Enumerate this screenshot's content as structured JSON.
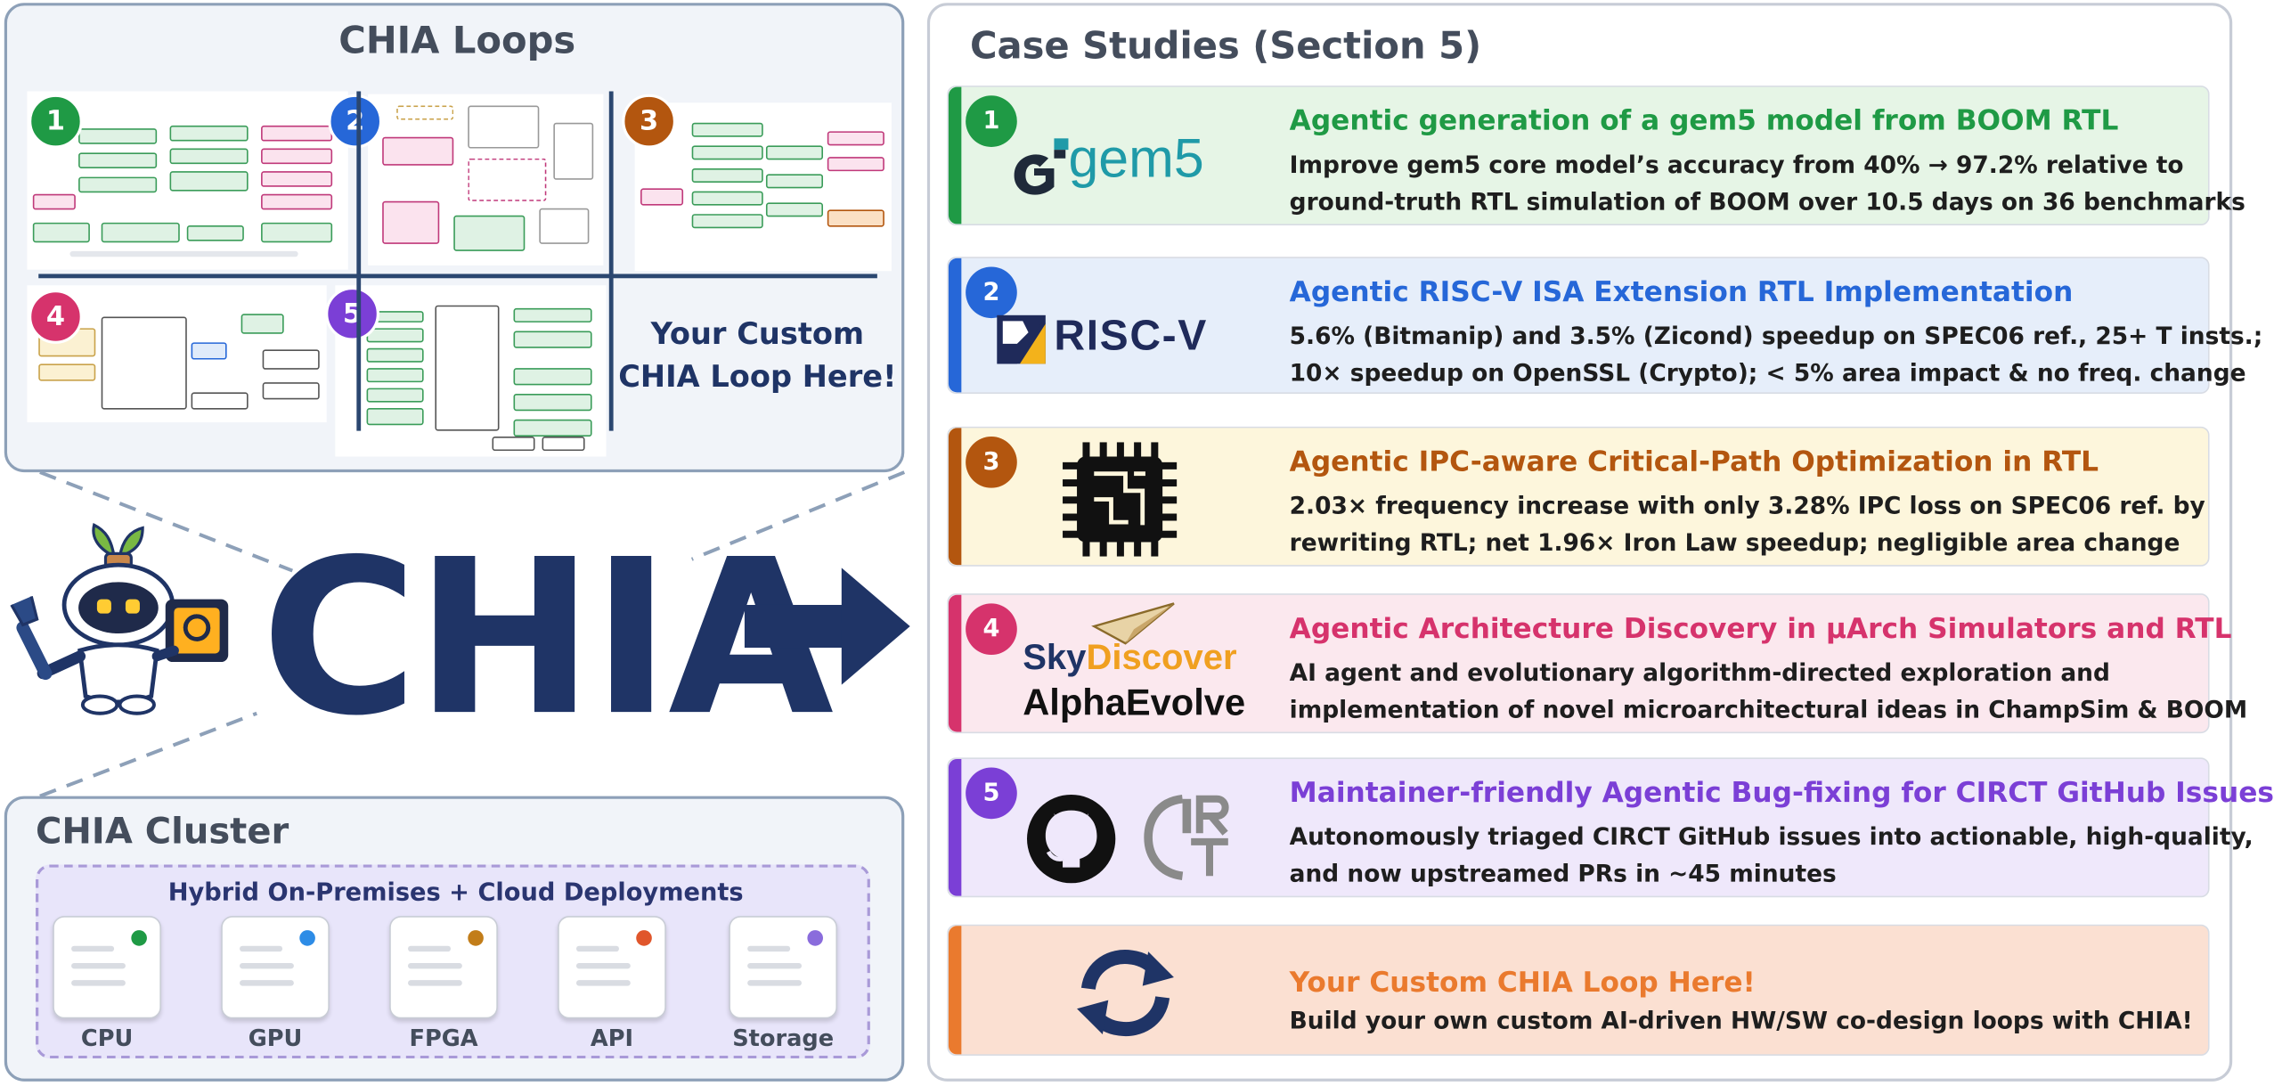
{
  "loops_panel": {
    "title": "CHIA Loops",
    "custom_line1": "Your Custom",
    "custom_line2": "CHIA Loop Here!",
    "badges": [
      "1",
      "2",
      "3",
      "4",
      "5"
    ],
    "badge_colors": [
      "#1f9a45",
      "#2667d8",
      "#b3560f",
      "#d6336c",
      "#7b3fd6"
    ]
  },
  "center": {
    "logo_text": "CHIA"
  },
  "cluster": {
    "title": "CHIA Cluster",
    "hybrid_label": "Hybrid On-Premises + Cloud Deployments",
    "resources": [
      {
        "label": "CPU",
        "dot": "#1f9a45"
      },
      {
        "label": "GPU",
        "dot": "#2d8ce6"
      },
      {
        "label": "FPGA",
        "dot": "#c27d19"
      },
      {
        "label": "API",
        "dot": "#e0562b"
      },
      {
        "label": "Storage",
        "dot": "#8a6cdc"
      }
    ]
  },
  "cases": {
    "title": "Case Studies (Section 5)",
    "items": [
      {
        "num": "1",
        "title": "Agentic generation of a gem5 model from BOOM RTL",
        "line1": "Improve gem5 core model’s accuracy from 40% → 97.2% relative to",
        "line2": "ground-truth RTL simulation of BOOM over 10.5 days on 36 benchmarks",
        "logo": "gem5",
        "color": "#1f9a45",
        "bg": "#e6f5e6"
      },
      {
        "num": "2",
        "title": "Agentic RISC-V ISA Extension RTL Implementation",
        "line1": "5.6% (Bitmanip) and 3.5% (Zicond) speedup on SPEC06 ref., 25+ T insts.;",
        "line2": "10× speedup on OpenSSL (Crypto); < 5% area impact & no freq. change",
        "logo": "RISC-V",
        "color": "#2667d8",
        "bg": "#e6eefa"
      },
      {
        "num": "3",
        "title": "Agentic IPC-aware Critical-Path Optimization in RTL",
        "line1": "2.03× frequency increase with only 3.28% IPC loss on SPEC06 ref. by",
        "line2": "rewriting RTL; net 1.96× Iron Law speedup; negligible area change",
        "logo": "chip-icon",
        "color": "#b3560f",
        "bg": "#fdf6dc"
      },
      {
        "num": "4",
        "title": "Agentic Architecture Discovery in μArch Simulators and RTL",
        "line1": "AI agent and evolutionary algorithm-directed exploration and",
        "line2": "implementation of novel microarchitectural ideas in ChampSim & BOOM",
        "logo_a": "Sky",
        "logo_b": "Discover",
        "logo_c": "AlphaEvolve",
        "color": "#d6336c",
        "bg": "#fbe8ee"
      },
      {
        "num": "5",
        "title": "Maintainer-friendly Agentic Bug-fixing for CIRCT GitHub Issues",
        "line1": "Autonomously triaged CIRCT GitHub issues into actionable, high-quality,",
        "line2": "and now upstreamed PRs in ~45 minutes",
        "logo": "github-icon",
        "color": "#7b3fd6",
        "bg": "#efe8fb"
      },
      {
        "num": "",
        "title": "Your Custom CHIA Loop Here!",
        "line1": "Build your own custom AI-driven HW/SW co-design loops with CHIA!",
        "line2": "",
        "logo": "refresh-icon",
        "color": "#ea7a2e",
        "bg": "#fbe0d2"
      }
    ]
  }
}
